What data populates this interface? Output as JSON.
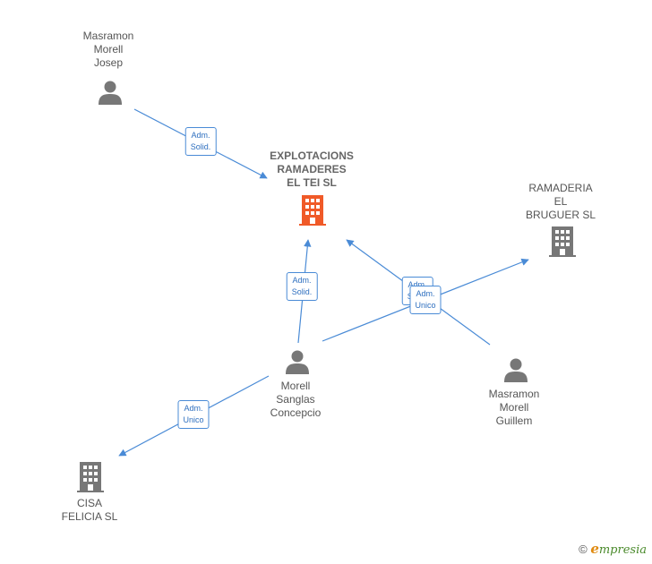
{
  "nodes": [
    {
      "id": "explotacions",
      "type": "company",
      "label": "EXPLOTACIONS\nRAMADERES\nEL TEI  SL",
      "color": "#f05a28",
      "highlight": true
    },
    {
      "id": "ramaderia",
      "type": "company",
      "label": "RAMADERIA\nEL\nBRUGUER SL",
      "color": "#777777"
    },
    {
      "id": "cisa",
      "type": "company",
      "label": "CISA\nFELICIA  SL",
      "color": "#777777"
    },
    {
      "id": "josep",
      "type": "person",
      "label": "Masramon\nMorell\nJosep",
      "color": "#777777"
    },
    {
      "id": "concepcio",
      "type": "person",
      "label": "Morell\nSanglas\nConcepcio",
      "color": "#777777"
    },
    {
      "id": "guillem",
      "type": "person",
      "label": "Masramon\nMorell\nGuillem",
      "color": "#777777"
    }
  ],
  "edges": [
    {
      "id": "e1",
      "from": "josep",
      "to": "explotacions",
      "label": "Adm.\nSolid."
    },
    {
      "id": "e2",
      "from": "concepcio",
      "to": "explotacions",
      "label": "Adm.\nSolid."
    },
    {
      "id": "e3",
      "from": "guillem",
      "to": "explotacions",
      "label": "Adm.\nSolid."
    },
    {
      "id": "e4",
      "from": "concepcio",
      "to": "ramaderia",
      "label": "Adm.\nUnico"
    },
    {
      "id": "e5",
      "from": "concepcio",
      "to": "cisa",
      "label": "Adm.\nUnico"
    }
  ],
  "edge_color": "#4a8bd6",
  "footer": {
    "symbol": "©",
    "brand_initial": "e",
    "brand_rest": "mpresia"
  }
}
